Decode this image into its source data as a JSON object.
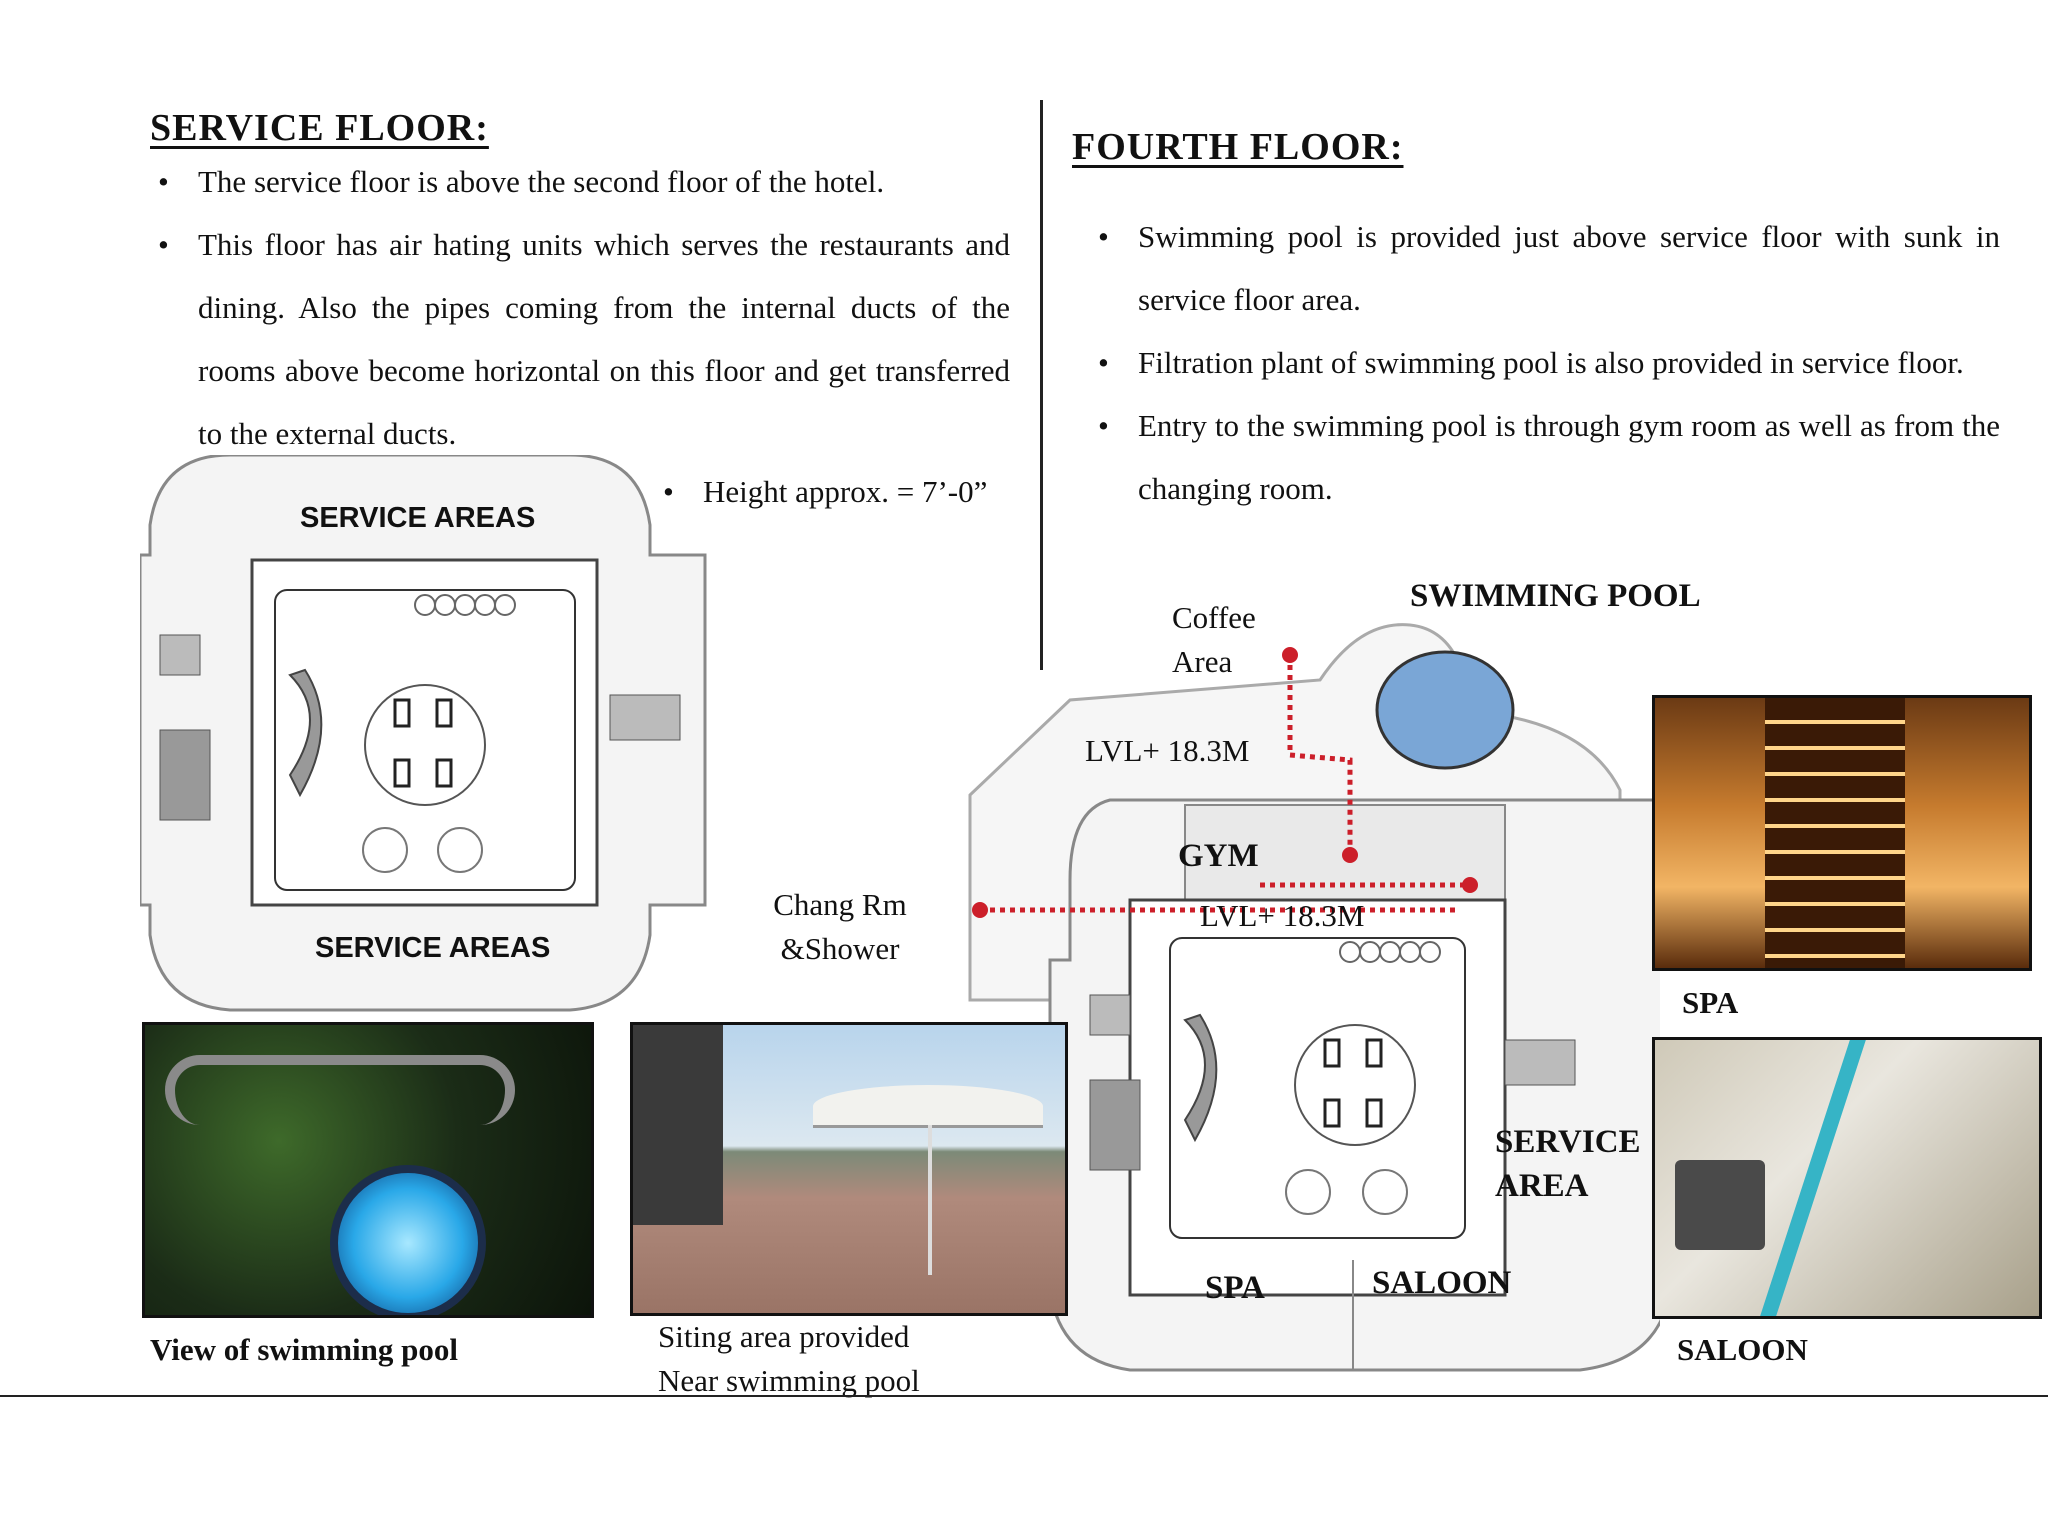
{
  "service_floor": {
    "title": "SERVICE FLOOR:",
    "bullets": [
      "The service floor is above the second floor of the hotel.",
      "This floor has air hating units which serves the restaurants and dining. Also the pipes coming from the internal ducts of the rooms above become horizontal on this floor and get transferred to the external ducts.",
      "Height approx. = 7’-0”"
    ],
    "plan_labels": {
      "top": "SERVICE AREAS",
      "bottom": "SERVICE AREAS"
    },
    "photo_caption": "View of swimming pool"
  },
  "fourth_floor": {
    "title": "FOURTH FLOOR:",
    "bullets": [
      "Swimming pool is provided just above service floor with sunk in service floor area.",
      "Filtration plant of swimming pool is also provided in service floor.",
      "Entry to the swimming pool is through gym room as well as from the changing room."
    ],
    "plan_labels": {
      "swimming_pool": "SWIMMING POOL",
      "coffee_area": "Coffee Area",
      "level_1": "LVL+ 18.3M",
      "level_2": "LVL+ 18.3M",
      "gym": "GYM",
      "chang_rm": "Chang Rm &Shower",
      "service_area": "SERVICE AREA",
      "spa": "SPA",
      "saloon": "SALOON"
    },
    "sitting_caption": "Siting area provided Near swimming pool",
    "spa_caption": "SPA",
    "saloon_caption": "SALOON"
  },
  "colors": {
    "route_red": "#cc1f2a",
    "pool_blue": "#7aa6d6",
    "plan_gray": "#c9c9c9"
  }
}
